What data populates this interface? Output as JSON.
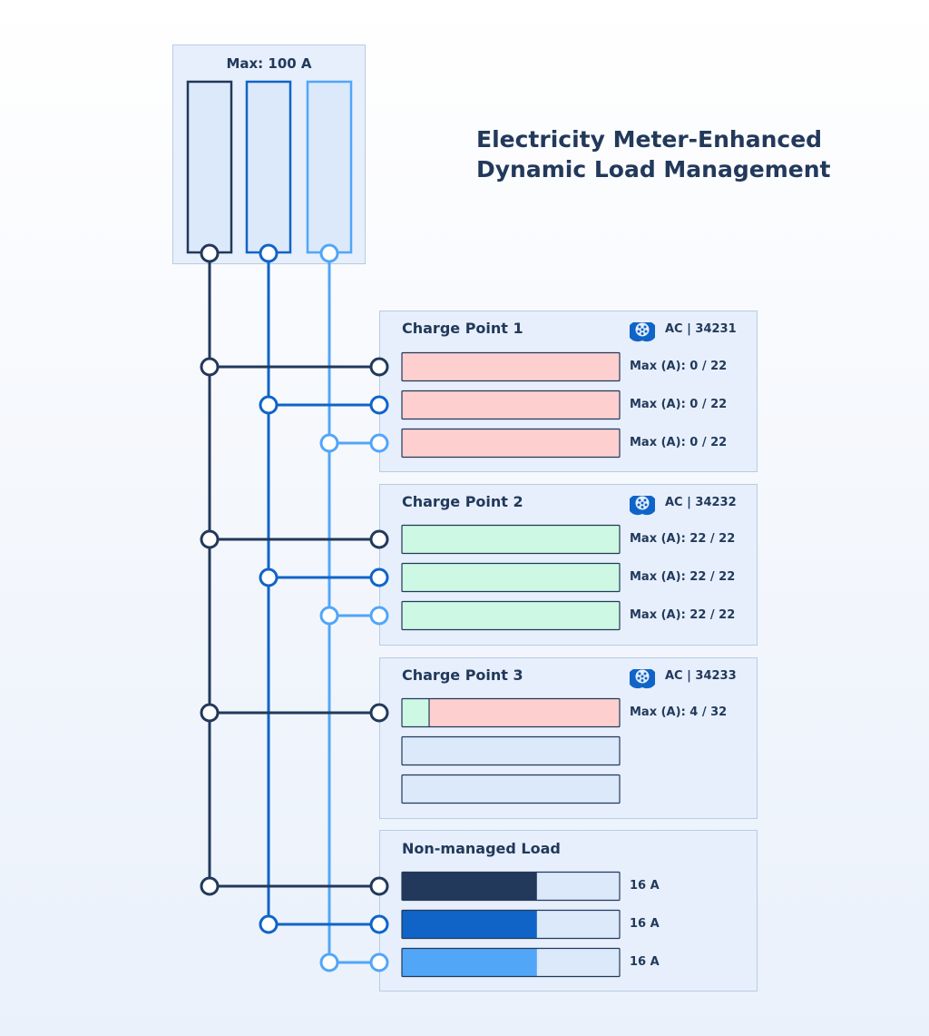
{
  "title": {
    "line1": "Electricity Meter-Enhanced",
    "line2": "Dynamic Load Management"
  },
  "mains": {
    "label": "Max: 100 A",
    "phases": 3
  },
  "colors": {
    "phase_1": "#22395b",
    "phase_2": "#1064c8",
    "phase_3": "#52a6f7",
    "card_bg": "#e6effb",
    "card_border": "#b9cce4",
    "bar_empty": "#dbe9fb",
    "bar_limited": "#fdcfcf",
    "bar_available": "#cdf8e3"
  },
  "charge_points": [
    {
      "name": "Charge Point 1",
      "connector_icon": "type2-connector-icon",
      "type_label": "AC | 34231",
      "phases": [
        {
          "label": "Max (A): 0 / 22",
          "fill_fraction": 0,
          "state": "limited"
        },
        {
          "label": "Max (A): 0 / 22",
          "fill_fraction": 0,
          "state": "limited"
        },
        {
          "label": "Max (A): 0 / 22",
          "fill_fraction": 0,
          "state": "limited"
        }
      ]
    },
    {
      "name": "Charge Point 2",
      "connector_icon": "type2-connector-icon",
      "type_label": "AC | 34232",
      "phases": [
        {
          "label": "Max (A): 22 / 22",
          "fill_fraction": 1,
          "state": "available"
        },
        {
          "label": "Max (A): 22 / 22",
          "fill_fraction": 1,
          "state": "available"
        },
        {
          "label": "Max (A): 22 / 22",
          "fill_fraction": 1,
          "state": "available"
        }
      ]
    },
    {
      "name": "Charge Point 3",
      "connector_icon": "type2-connector-icon",
      "type_label": "AC | 34233",
      "phases": [
        {
          "label": "Max (A): 4 / 32",
          "fill_fraction": 0.125,
          "state": "partial"
        },
        {
          "label": "",
          "fill_fraction": 0,
          "state": "inactive"
        },
        {
          "label": "",
          "fill_fraction": 0,
          "state": "inactive"
        }
      ]
    }
  ],
  "non_managed_load": {
    "name": "Non-managed Load",
    "phases": [
      {
        "label": "16 A",
        "fill_fraction": 0.62
      },
      {
        "label": "16 A",
        "fill_fraction": 0.62
      },
      {
        "label": "16 A",
        "fill_fraction": 0.62
      }
    ]
  }
}
